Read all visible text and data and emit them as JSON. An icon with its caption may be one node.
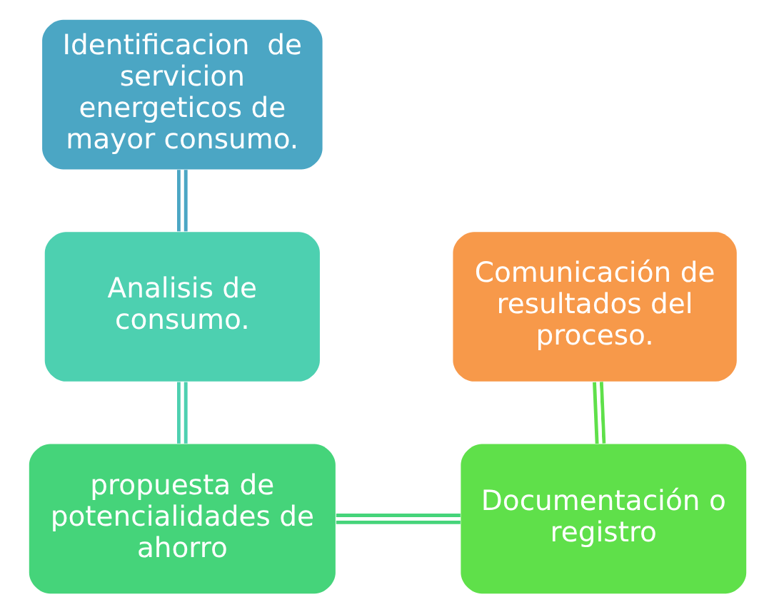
{
  "diagram": {
    "nodes": [
      {
        "text": [
          "Identificacion  de servicion energeticos de mayor consumo."
        ]
      },
      {
        "text": [
          "Analisis de consumo."
        ]
      },
      {
        "text": [
          "propuesta de potencialidades de ahorro"
        ]
      },
      {
        "text": [
          "Documentación o registro"
        ]
      },
      {
        "text": [
          "Comunicación de resultados del proceso."
        ]
      }
    ],
    "edges": [
      {
        "from": 0,
        "to": 1,
        "arrow": "none",
        "color": "#4ba6c4"
      },
      {
        "from": 1,
        "to": 2,
        "arrow": "none",
        "color": "#4dd0b0"
      },
      {
        "from": 2,
        "to": 3,
        "arrow": "none",
        "color": "#45d47a"
      },
      {
        "from": 3,
        "to": 4,
        "arrow": "none",
        "color": "#5fe04a"
      }
    ]
  }
}
